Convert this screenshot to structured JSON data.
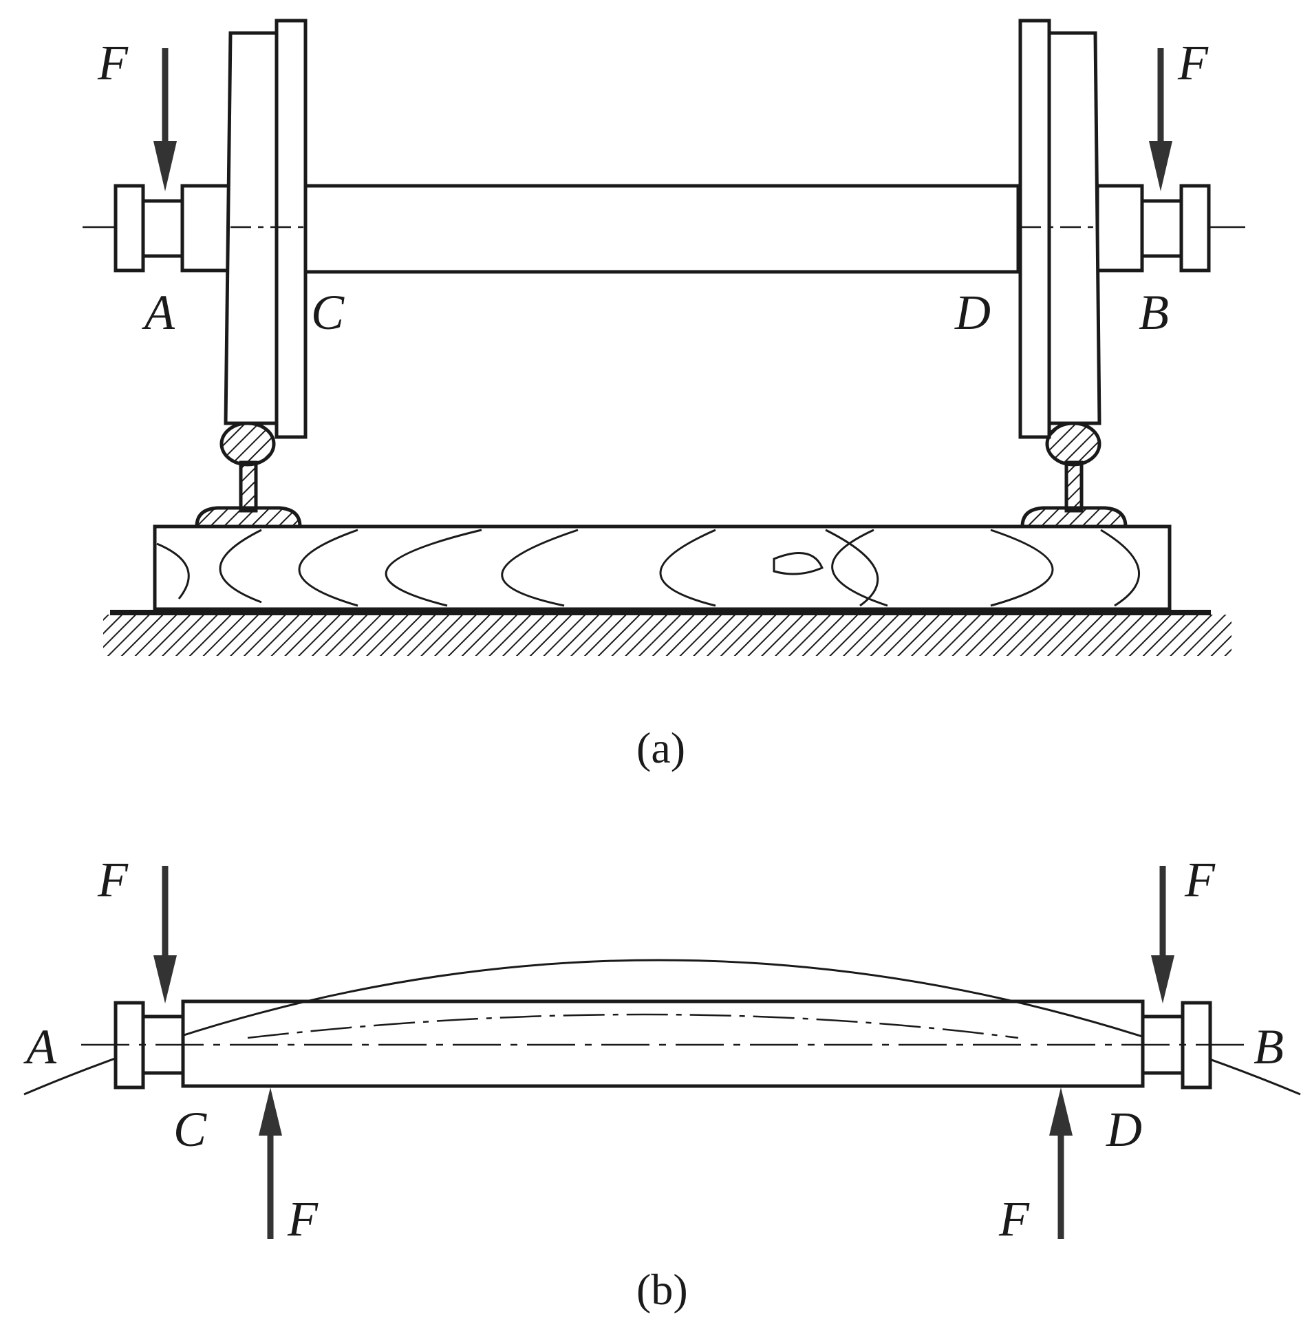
{
  "figure_a": {
    "caption": "(a)",
    "labels": {
      "force_left": "F",
      "force_right": "F",
      "A": "A",
      "C": "C",
      "D": "D",
      "B": "B"
    }
  },
  "figure_b": {
    "caption": "(b)",
    "labels": {
      "force_top_left": "F",
      "force_top_right": "F",
      "force_bottom_left": "F",
      "force_bottom_right": "F",
      "A": "A",
      "B": "B",
      "C": "C",
      "D": "D"
    }
  },
  "colors": {
    "ink": "#1a1a1a",
    "arrow": "#333333"
  }
}
